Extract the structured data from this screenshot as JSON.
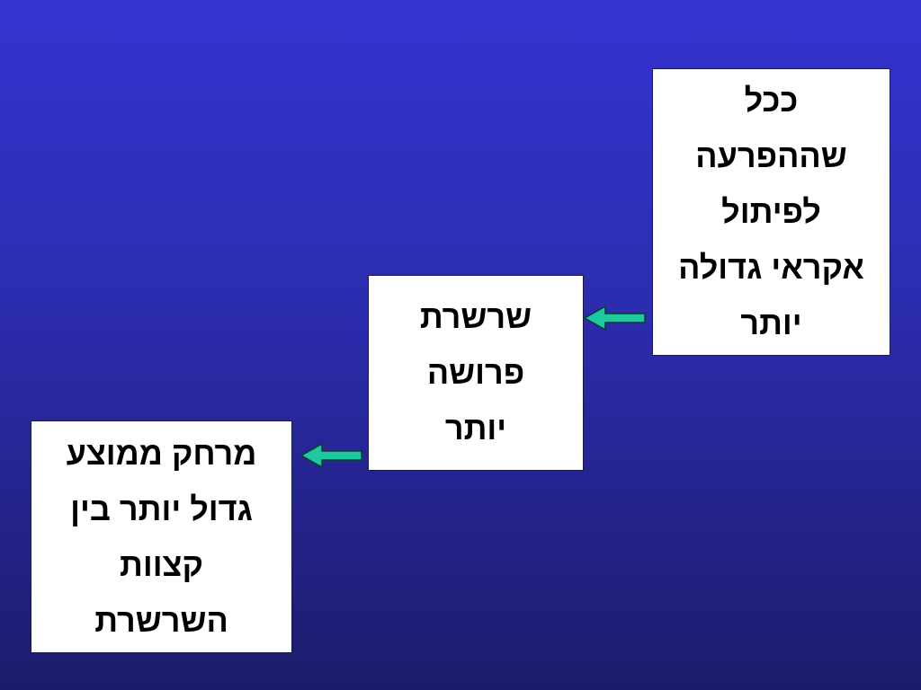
{
  "diagram": {
    "boxes": [
      {
        "id": "top",
        "lines": [
          "ככל",
          "שההפרעה",
          "לפיתול",
          "אקראי גדולה",
          "יותר"
        ]
      },
      {
        "id": "middle",
        "lines": [
          "שרשרת",
          "פרושה",
          "יותר"
        ]
      },
      {
        "id": "bottom",
        "lines": [
          "מרחק ממוצע",
          "גדול יותר בין",
          "קצוות",
          "השרשרת"
        ]
      }
    ],
    "colors": {
      "background_top": "#3434d2",
      "background_bottom": "#1c1c6c",
      "box_fill": "#ffffff",
      "arrow_fill": "#1ec9a0",
      "arrow_stroke": "#0a3a30"
    }
  }
}
